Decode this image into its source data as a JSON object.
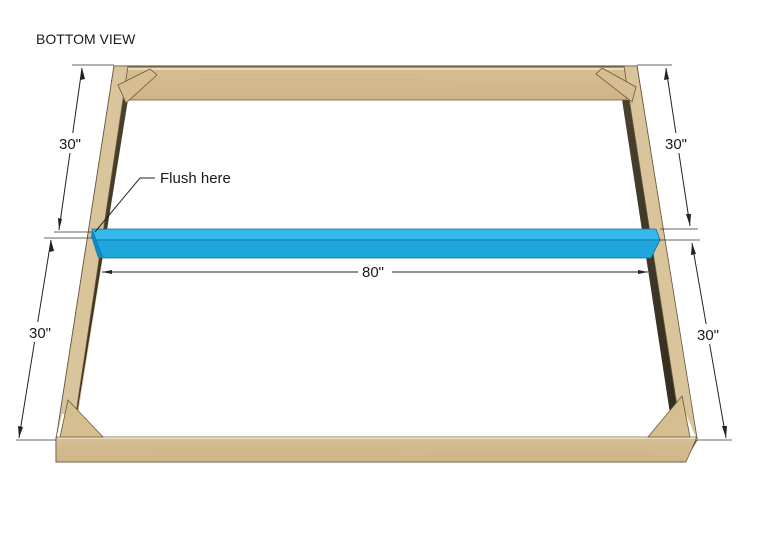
{
  "title": "BOTTOM VIEW",
  "callout": "Flush here",
  "dimensions": {
    "top_left": "30\"",
    "bottom_left": "30\"",
    "top_right": "30\"",
    "bottom_right": "30\"",
    "width": "80\""
  },
  "colors": {
    "wood": "#d9c39a",
    "wood_dark": "#c9ad7c",
    "wood_shadow": "#3b3526",
    "support_board": "#1ea6dd",
    "support_board_dark": "#1287c2",
    "support_board_top": "#35b8ec"
  }
}
